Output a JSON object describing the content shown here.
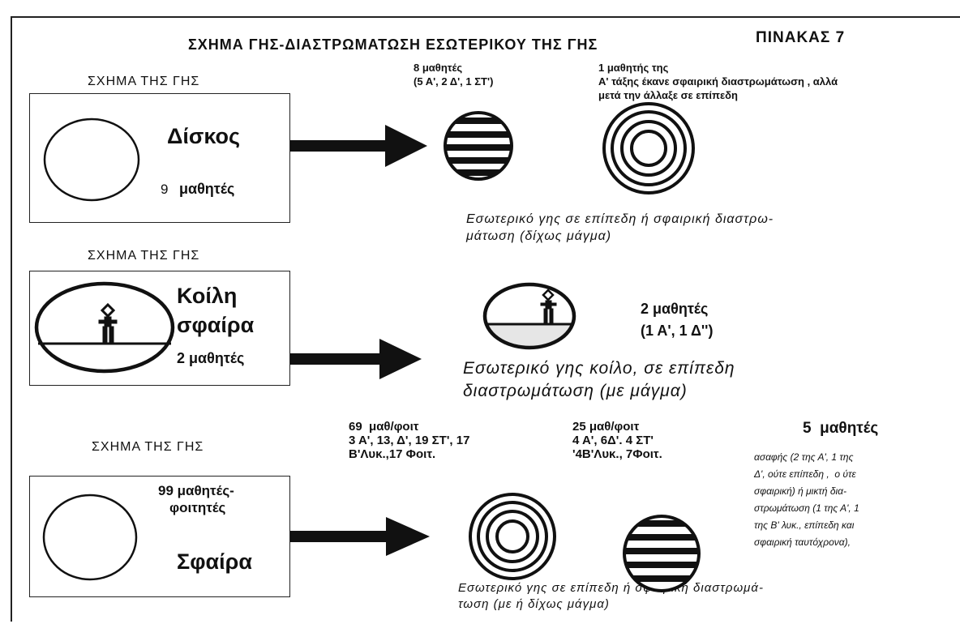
{
  "title": "ΣΧΗΜΑ ΓΗΣ-ΔΙΑΣΤΡΩΜΑΤΩΣΗ ΕΣΩΤΕΡΙΚΟΥ ΤΗΣ ΓΗΣ",
  "table_label": "ΠΙΝΑΚΑΣ 7",
  "row1": {
    "shape_label": "ΣΧΗΜΑ ΤΗΣ ΓΗΣ",
    "shape_name": "Δίσκος",
    "count_num": "9",
    "count_word": "μαθητές",
    "group1_line1": "8 μαθητές",
    "group1_line2": "(5 Α', 2 Δ', 1 ΣΤ')",
    "group2_line1": "1 μαθητής της",
    "group2_line2": "Α' τάξης έκανε σφαιρική διαστρωμάτωση , αλλά",
    "group2_line3": "μετά την άλλαξε σε επίπεδη",
    "caption_line1": "Εσωτερικό γης σε επίπεδη ή σφαιρική διαστρω-",
    "caption_line2": "μάτωση (δίχως μάγμα)"
  },
  "row2": {
    "shape_label": "ΣΧΗΜΑ ΤΗΣ ΓΗΣ",
    "shape_name_line1": "Κοίλη",
    "shape_name_line2": "σφαίρα",
    "count": "2 μαθητές",
    "group_line1": "2 μαθητές",
    "group_line2": "(1 Α', 1 Δ'')",
    "caption_line1": "Εσωτερικό γης κοίλο, σε επίπεδη",
    "caption_line2": "διαστρωμάτωση (με μάγμα)"
  },
  "row3": {
    "shape_label": "ΣΧΗΜΑ ΤΗΣ ΓΗΣ",
    "count_line1": "99 μαθητές-",
    "count_line2": "φοιτητές",
    "shape_name": "Σφαίρα",
    "group1_line1": "69  μαθ/φοιτ",
    "group1_line2": "3 Α', 13, Δ', 19 ΣΤ', 17",
    "group1_line3": "Β'Λυκ.,17 Φοιτ.",
    "group2_line1": "25 μαθ/φοιτ",
    "group2_line2": "4 Α', 6Δ'. 4 ΣΤ'",
    "group2_line3": "'4Β'Λυκ., 7Φοιτ.",
    "group3_title": "5  μαθητές",
    "group3_line1": "ασαφής (2 της Α', 1 της",
    "group3_line2": "Δ', ούτε επίπεδη ,  ο ύτε",
    "group3_line3": "σφαιρική) ή μικτή δια-",
    "group3_line4": "στρωμάτωση (1 της Α', 1",
    "group3_line5": "της Β' λυκ., επίπεδη και",
    "group3_line6": "σφαιρική ταυτόχρονα),",
    "caption_line1": "Εσωτερικό γης σε επίπεδη ή σφαιρική διαστρωμά-",
    "caption_line2": "τωση (με ή δίχως μάγμα)"
  }
}
